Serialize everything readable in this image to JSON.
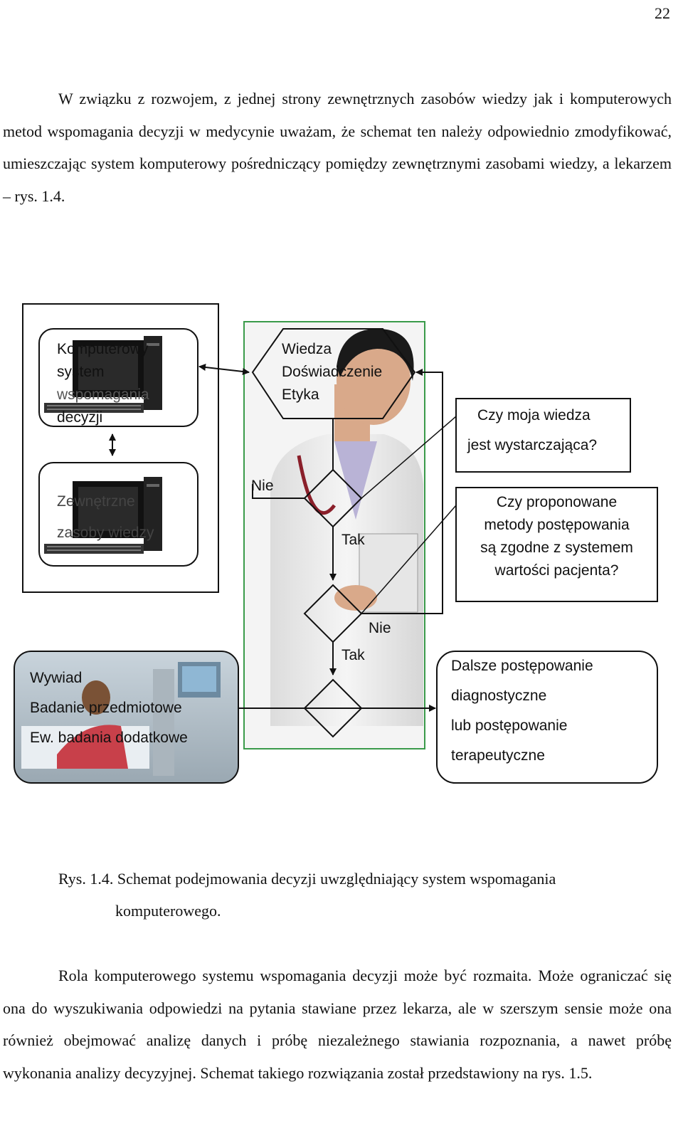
{
  "page_number": "22",
  "paragraph1": "W związku z rozwojem, z jednej strony zewnętrznych zasobów wiedzy jak i komputerowych metod wspomagania decyzji w medycynie uważam, że schemat ten należy odpowiednio zmodyfikować, umieszczając system komputerowy pośredniczący pomiędzy zewnętrznymi zasobami wiedzy, a lekarzem – rys. 1.4.",
  "figure": {
    "cdss_box": [
      "Komputerowy",
      "system",
      "wspomagania",
      "decyzji"
    ],
    "external_box": [
      "Zewnętrzne",
      "zasoby wiedzy"
    ],
    "doctor_box": [
      "Wiedza",
      "Doświadczenie",
      "Etyka"
    ],
    "question1": [
      "Czy moja wiedza",
      "jest wystarczająca?"
    ],
    "question2": [
      "Czy proponowane",
      "metody postępowania",
      "są zgodne z systemem",
      "wartości pacjenta?"
    ],
    "patient_box": [
      "Wywiad",
      "Badanie przedmiotowe",
      "Ew. badania dodatkowe"
    ],
    "outcome_box": [
      "Dalsze postępowanie",
      "diagnostyczne",
      "lub postępowanie",
      "terapeutyczne"
    ],
    "label_nie_1": "Nie",
    "label_tak_1": "Tak",
    "label_nie_2": "Nie",
    "label_tak_2": "Tak"
  },
  "caption_line1": "Rys. 1.4. Schemat podejmowania decyzji uwzględniający system wspomagania",
  "caption_line2": "komputerowego.",
  "paragraph2": "Rola komputerowego systemu wspomagania decyzji może być rozmaita. Może ograniczać się ona do wyszukiwania odpowiedzi na pytania stawiane przez lekarza, ale w szerszym sensie może ona również obejmować analizę danych i próbę niezależnego stawiania rozpoznania, a nawet próbę wykonania analizy decyzyjnej. Schemat takiego rozwiązania został przedstawiony na rys. 1.5."
}
